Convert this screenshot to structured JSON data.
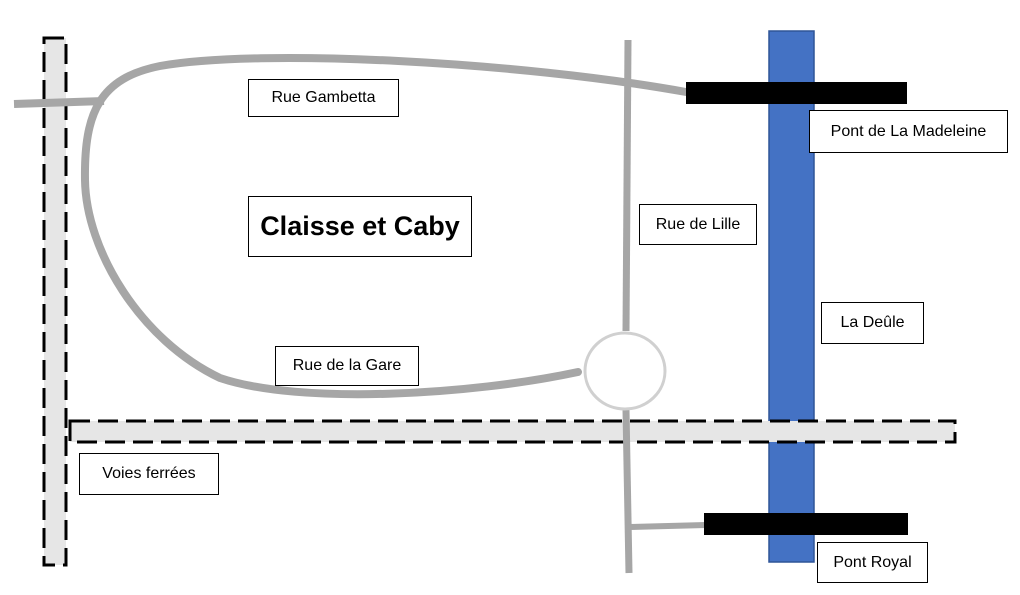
{
  "map": {
    "title": "Claisse et Caby",
    "colors": {
      "road": "#a6a6a6",
      "river": "#4472c4",
      "river_border": "#2f5597",
      "bridge": "#000000",
      "railway_fill": "#e6e6e6",
      "railway_border": "#000000",
      "roundabout_stroke": "#d0d0d0",
      "background": "#ffffff"
    },
    "labels": {
      "rue_gambetta": "Rue Gambetta",
      "pont_madeleine": "Pont de La Madeleine",
      "rue_de_lille": "Rue de Lille",
      "la_deule": "La Deûle",
      "rue_de_la_gare": "Rue de la Gare",
      "voies_ferrees": "Voies ferrées",
      "pont_royal": "Pont Royal"
    }
  }
}
